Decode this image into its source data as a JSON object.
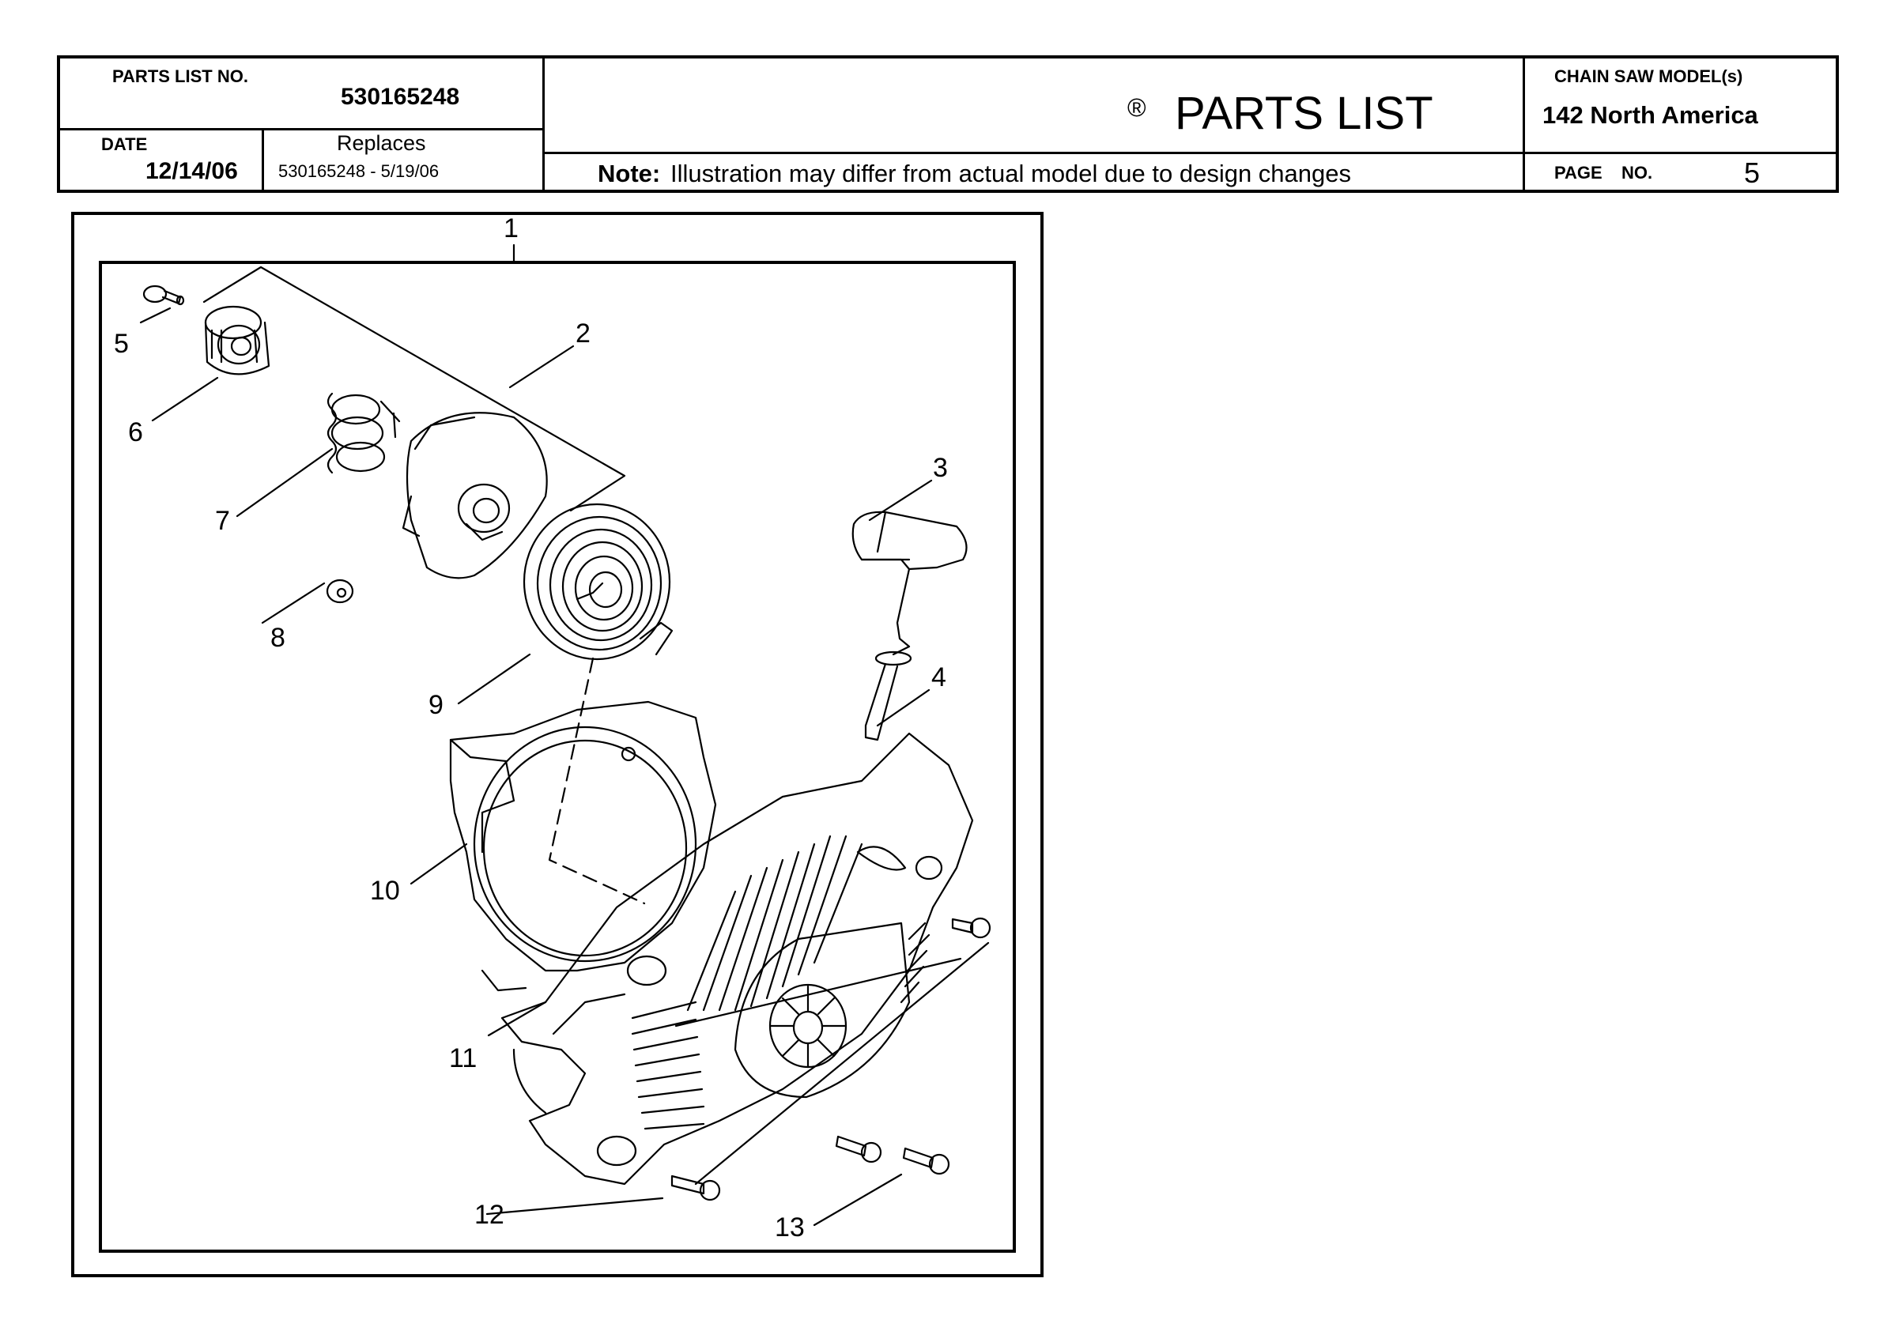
{
  "header": {
    "parts_list_no_label": "PARTS LIST NO.",
    "parts_list_no": "530165248",
    "date_label": "DATE",
    "date": "12/14/06",
    "replaces_label": "Replaces",
    "replaces": "530165248 - 5/19/06",
    "registered_mark": "®",
    "title": "PARTS LIST",
    "note_label": "Note:",
    "note_text": "Illustration may differ from actual model due to design changes",
    "model_label": "CHAIN SAW MODEL(s)",
    "model": "142 North America",
    "page_label": "PAGE",
    "page_no_label": "NO.",
    "page_no": "5"
  },
  "diagram": {
    "callouts": [
      "1",
      "2",
      "3",
      "4",
      "5",
      "6",
      "7",
      "8",
      "9",
      "10",
      "11",
      "12",
      "13"
    ]
  }
}
